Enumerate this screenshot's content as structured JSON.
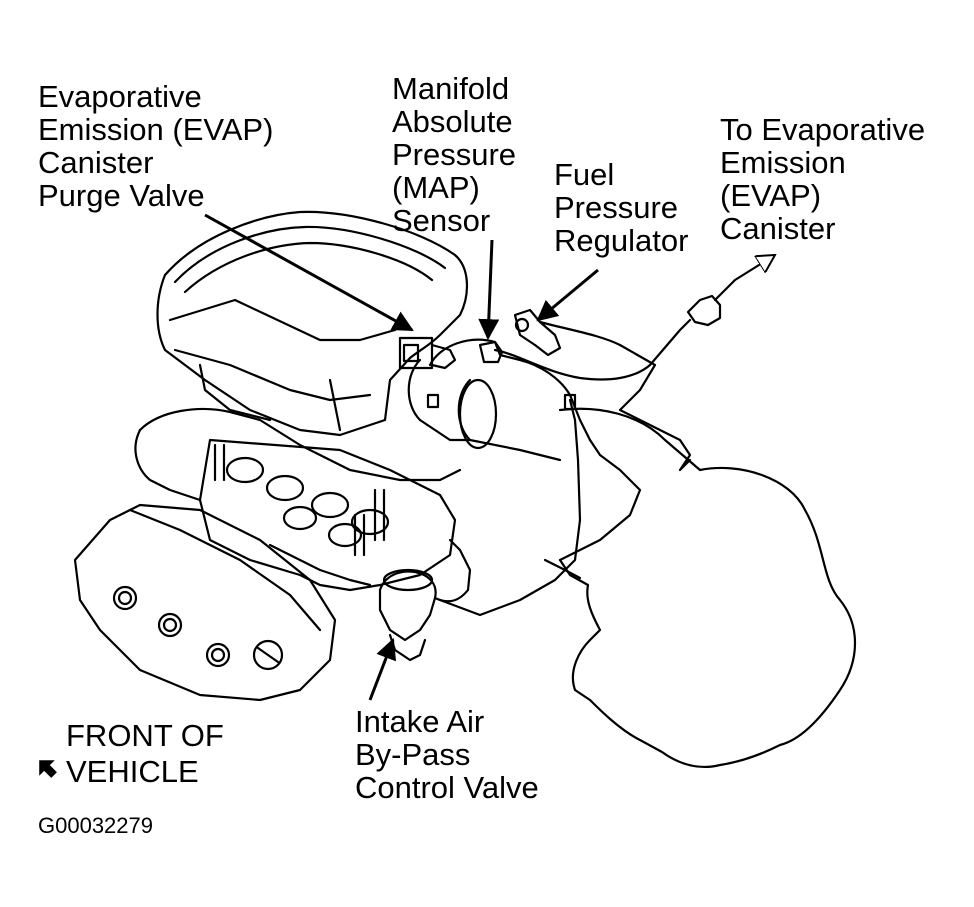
{
  "labels": {
    "evap_purge_valve": [
      "Evaporative",
      "Emission (EVAP)",
      "Canister",
      "Purge Valve"
    ],
    "map_sensor": [
      "Manifold",
      "Absolute",
      "Pressure",
      "(MAP)",
      "Sensor"
    ],
    "fuel_pressure_regulator": [
      "Fuel",
      "Pressure",
      "Regulator"
    ],
    "to_evap_canister": [
      "To Evaporative",
      "Emission",
      "(EVAP)",
      "Canister"
    ],
    "iac_valve": [
      "Intake Air",
      "By-Pass",
      "Control Valve"
    ],
    "front_of_vehicle": [
      "FRONT OF",
      "VEHICLE"
    ]
  },
  "figure_code": "G00032279",
  "icons": {
    "front_direction": "arrow-up-left-icon"
  },
  "colors": {
    "line": "#000000",
    "background": "#ffffff"
  }
}
